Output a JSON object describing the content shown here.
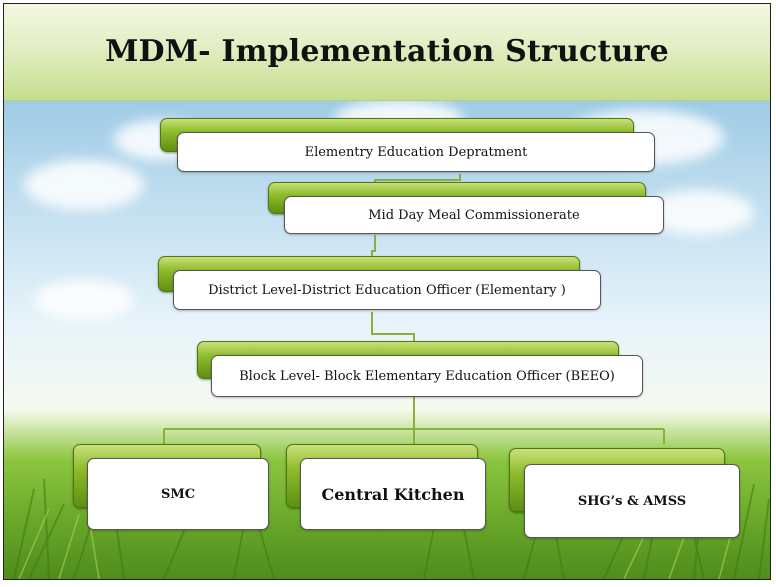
{
  "title": "MDM- Implementation Structure",
  "nodes": {
    "elementary_education": "Elementry Education Depratment",
    "mdm_commissionerate": "Mid Day Meal Commissionerate",
    "district_level": "District Level-District Education Officer (Elementary )",
    "block_level": "Block Level- Block Elementary Education Officer (BEEO)",
    "smc": "SMC",
    "central_kitchen": "Central Kitchen",
    "shg_amss": "SHG’s & AMSS"
  },
  "colors": {
    "title_bar": "#c5dd8e",
    "node_accent": "#8dbb2a",
    "connector": "#8cae3a"
  }
}
